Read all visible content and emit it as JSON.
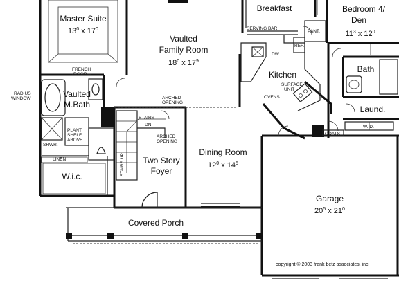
{
  "rooms": {
    "master_suite": {
      "name": "Master Suite",
      "size_main": "13",
      "size_sup": "0",
      "size_x": " x 17",
      "size_sup2": "0"
    },
    "breakfast": {
      "name": "Breakfast"
    },
    "bedroom": {
      "name_line1": "Bedroom 4/",
      "name_line2": "Den",
      "size_main": "11",
      "size_sup": "3",
      "size_x": " x 12",
      "size_sup2": "0"
    },
    "family_room": {
      "name_line1": "Vaulted",
      "name_line2": "Family Room",
      "size_main": "18",
      "size_sup": "0",
      "size_x": " x 17",
      "size_sup2": "9"
    },
    "kitchen": {
      "name": "Kitchen"
    },
    "bath": {
      "name": "Bath"
    },
    "laundry": {
      "name": "Laund."
    },
    "vaulted_mbath": {
      "name_line1": "Vaulted",
      "name_line2": "M.Bath"
    },
    "two_story_foyer": {
      "name_line1": "Two Story",
      "name_line2": "Foyer"
    },
    "dining_room": {
      "name": "Dining Room",
      "size_main": "12",
      "size_sup": "0",
      "size_x": " x 14",
      "size_sup2": "5"
    },
    "wic": {
      "name": "W.i.c."
    },
    "garage": {
      "name": "Garage",
      "size_main": "20",
      "size_sup": "5",
      "size_x": " x 21",
      "size_sup2": "0"
    },
    "covered_porch": {
      "name": "Covered Porch"
    }
  },
  "labels": {
    "serving_bar": "SERVING BAR",
    "pant": "PANT.",
    "dw": "DW.",
    "ref": "REF.",
    "surface_unit_1": "SURFACE",
    "surface_unit_2": "UNIT",
    "ovens": "OVENS",
    "french_door_1": "FRENCH",
    "french_door_2": "DOOR",
    "radius_window_1": "RADIUS",
    "radius_window_2": "WINDOW",
    "arched_opening_1_a": "ARCHED",
    "arched_opening_1_b": "OPENING",
    "arched_opening_2_a": "ARCHED",
    "arched_opening_2_b": "OPENING",
    "stairs_dn_a": "STAIRS",
    "stairs_dn_b": "DN.",
    "plant_shelf_a": "PLANT",
    "plant_shelf_b": "SHELF",
    "plant_shelf_c": "ABOVE",
    "shwr": "SHWR.",
    "linen": "LINEN",
    "stairs_up": "STAIRS UP",
    "coats": "COATS",
    "wd": "W.   D."
  },
  "copyright": "copyright © 2003 frank betz associates, inc."
}
